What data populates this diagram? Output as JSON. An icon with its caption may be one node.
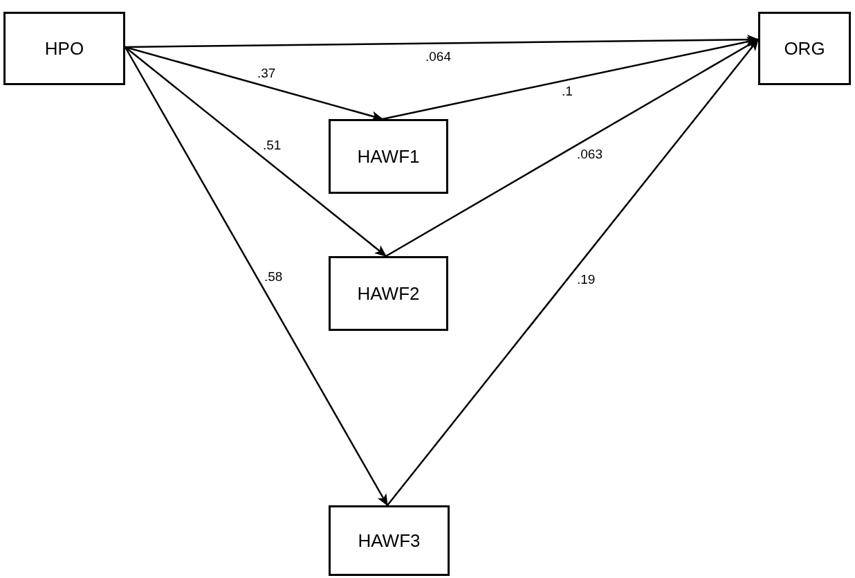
{
  "diagram": {
    "nodes": [
      {
        "text": [
          "HPO"
        ]
      },
      {
        "text": [
          "ORG"
        ]
      },
      {
        "text": [
          "HAWF1"
        ]
      },
      {
        "text": [
          "HAWF2"
        ]
      },
      {
        "text": [
          "HAWF3"
        ]
      }
    ],
    "edges": [
      {
        "from": 0,
        "to": 1,
        "arrow": "to",
        "label": ".064"
      },
      {
        "from": 0,
        "to": 2,
        "arrow": "to",
        "label": ".37"
      },
      {
        "from": 0,
        "to": 3,
        "arrow": "to",
        "label": ".51"
      },
      {
        "from": 0,
        "to": 4,
        "arrow": "to",
        "label": ".58"
      },
      {
        "from": 2,
        "to": 1,
        "arrow": "to",
        "label": ".1"
      },
      {
        "from": 3,
        "to": 1,
        "arrow": "to",
        "label": ".063"
      },
      {
        "from": 4,
        "to": 1,
        "arrow": "to",
        "label": ".19"
      }
    ]
  }
}
